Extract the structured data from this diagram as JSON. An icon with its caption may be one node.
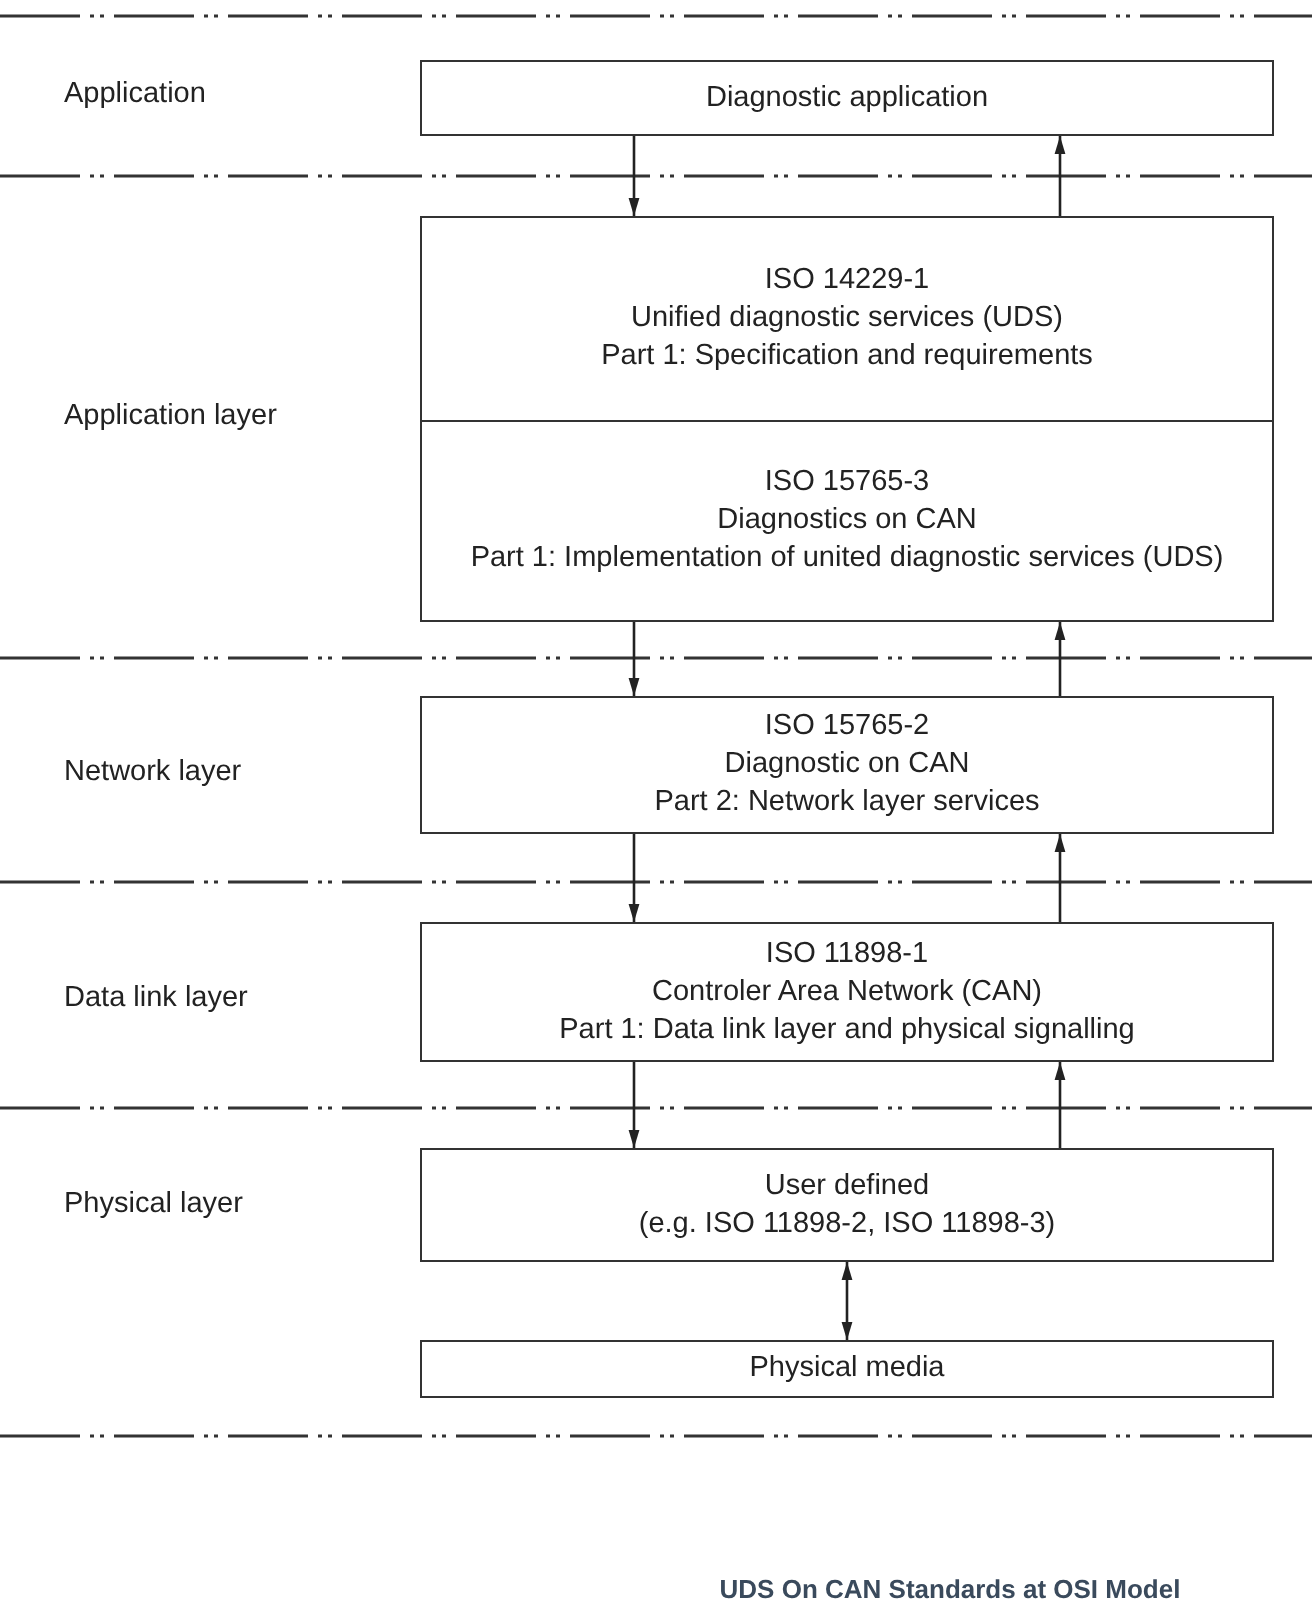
{
  "diagram": {
    "caption": "UDS On CAN Standards at OSI Model",
    "nodes": [
      {
        "text": [
          "Diagnostic application"
        ]
      },
      {
        "text": [
          "ISO 14229-1",
          "Unified diagnostic services (UDS)",
          "Part 1: Specification and requirements"
        ]
      },
      {
        "text": [
          "ISO 15765-3",
          "Diagnostics on CAN",
          "Part 1: Implementation of united diagnostic services (UDS)"
        ]
      },
      {
        "text": [
          "ISO 15765-2",
          "Diagnostic on CAN",
          "Part 2: Network layer services"
        ]
      },
      {
        "text": [
          "ISO 11898-1",
          "Controler Area Network (CAN)",
          "Part 1: Data link layer and physical signalling"
        ]
      },
      {
        "text": [
          "User defined",
          "(e.g. ISO 11898-2, ISO 11898-3)"
        ]
      },
      {
        "text": [
          "Physical media"
        ]
      }
    ],
    "edges": [
      {
        "from": 0,
        "to": 1,
        "arrow": "to"
      },
      {
        "from": 1,
        "to": 0,
        "arrow": "to"
      },
      {
        "from": 2,
        "to": 3,
        "arrow": "to"
      },
      {
        "from": 3,
        "to": 2,
        "arrow": "to"
      },
      {
        "from": 3,
        "to": 4,
        "arrow": "to"
      },
      {
        "from": 4,
        "to": 3,
        "arrow": "to"
      },
      {
        "from": 4,
        "to": 5,
        "arrow": "to"
      },
      {
        "from": 5,
        "to": 4,
        "arrow": "to"
      },
      {
        "from": 5,
        "to": 6,
        "arrow": "both"
      }
    ],
    "labels": [
      "Application",
      "Application layer",
      "Network layer",
      "Data link layer",
      "Physical layer"
    ]
  }
}
